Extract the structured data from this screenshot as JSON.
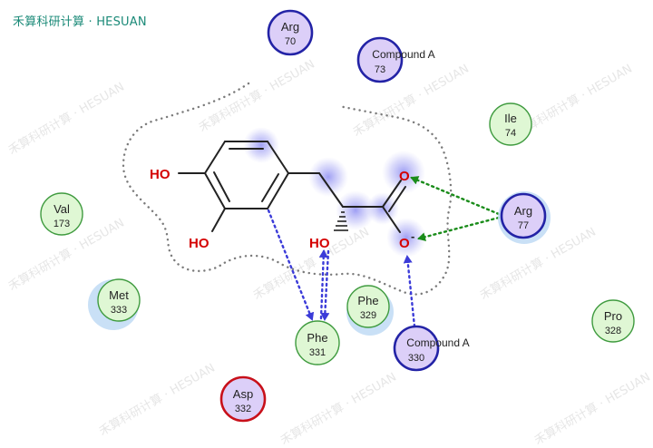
{
  "brand": "禾算科研计算 · HESUAN",
  "watermark_text": "禾算科研计算 · HESUAN",
  "ligand": {
    "atoms": {
      "ho_top": "HO",
      "ho_bottom": "HO",
      "ho_chiral": "HO",
      "o_carbonyl": "O",
      "o_carboxylate": "O",
      "charge": "-"
    }
  },
  "residues": [
    {
      "name": "Arg",
      "number": "70",
      "kind": "charged"
    },
    {
      "name": "Compound A",
      "number": "73",
      "kind": "charged"
    },
    {
      "name": "Ile",
      "number": "74",
      "kind": "hydrophobic"
    },
    {
      "name": "Val",
      "number": "173",
      "kind": "hydrophobic"
    },
    {
      "name": "Arg",
      "number": "77",
      "kind": "charged"
    },
    {
      "name": "Met",
      "number": "333",
      "kind": "hydrophobic"
    },
    {
      "name": "Phe",
      "number": "329",
      "kind": "hydrophobic"
    },
    {
      "name": "Phe",
      "number": "331",
      "kind": "hydrophobic"
    },
    {
      "name": "Compound A",
      "number": "330",
      "kind": "charged"
    },
    {
      "name": "Pro",
      "number": "328",
      "kind": "hydrophobic"
    },
    {
      "name": "Asp",
      "number": "332",
      "kind": "negative"
    }
  ],
  "colors": {
    "hydrophobic_fill": "#dff7d4",
    "hydrophobic_stroke": "#3f9b3f",
    "charged_fill": "#dccff8",
    "charged_stroke": "#2323a6",
    "negative_fill": "#dccff8",
    "negative_stroke": "#c8101a",
    "heteroatom": "#d40000",
    "hbond_blue": "#3b3bd8",
    "hbond_green": "#1a8c1a",
    "brand": "#1b8a78"
  }
}
